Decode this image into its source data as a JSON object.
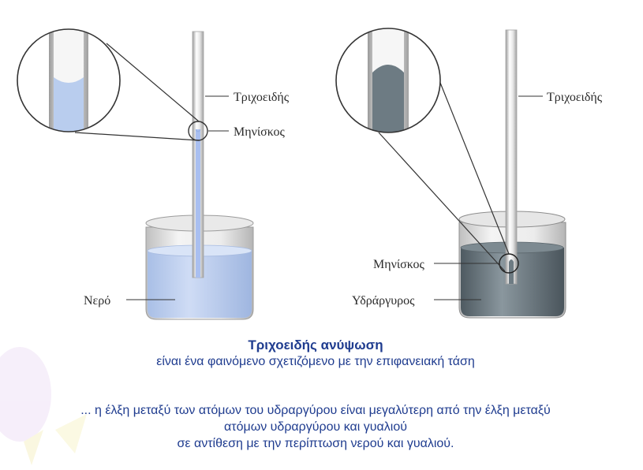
{
  "left_diagram": {
    "capillary_label": "Τριχοειδής",
    "meniscus_label": "Μηνίσκος",
    "liquid_label": "Νερό"
  },
  "right_diagram": {
    "capillary_label": "Τριχοειδής",
    "meniscus_label": "Μηνίσκος",
    "liquid_label": "Υδράργυρος"
  },
  "caption": {
    "title": "Τριχοειδής ανύψωση",
    "subtitle": "είναι ένα φαινόμενο σχετιζόμενο με την επιφανειακή τάση"
  },
  "explanation": {
    "line1": "... η έλξη μεταξύ των ατόμων του υδραργύρου είναι μεγαλύτερη από την έλξη μεταξύ",
    "line2": "ατόμων υδραργύρου και γυαλιού",
    "line3": "σε αντίθεση με την περίπτωση νερού και γυαλιού."
  },
  "colors": {
    "water": "#b9cdee",
    "mercury": "#6d7b83",
    "text_blue": "#1f3c8f",
    "glass": "#d8d8d8"
  }
}
